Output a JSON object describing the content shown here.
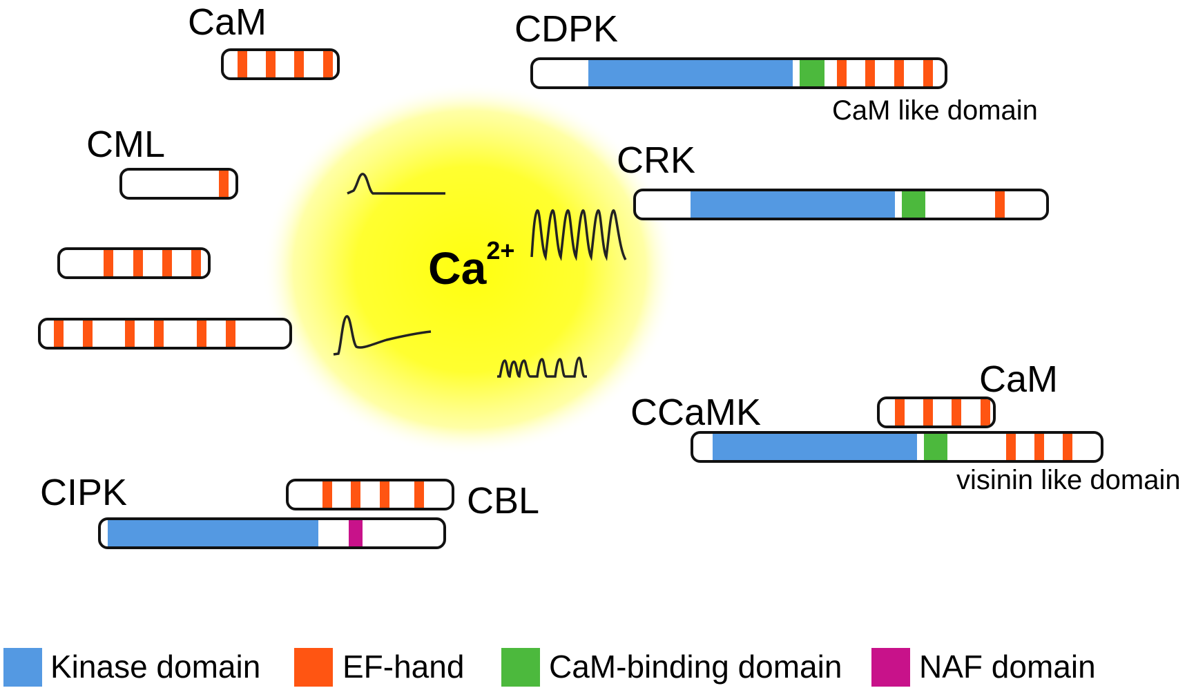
{
  "calcium_label": "Ca",
  "calcium_charge": "2+",
  "colors": {
    "kinase": "#5499E2",
    "ef_hand": "#FF5512",
    "cam_binding": "#4CB93D",
    "naf": "#C8128A",
    "glow": "#FFFF20"
  },
  "proteins": {
    "cam_top": {
      "label": "CaM"
    },
    "cml": {
      "label": "CML"
    },
    "cdpk": {
      "label": "CDPK",
      "domain_note": "CaM like domain"
    },
    "crk": {
      "label": "CRK"
    },
    "ccamk": {
      "label": "CCaMK",
      "domain_note": "visinin like domain",
      "bound_label": "CaM"
    },
    "cipk": {
      "label": "CIPK",
      "partner_label": "CBL"
    }
  },
  "legend": [
    {
      "label": "Kinase domain",
      "color": "#5499E2"
    },
    {
      "label": "EF-hand",
      "color": "#FF5512"
    },
    {
      "label": "CaM-binding domain",
      "color": "#4CB93D"
    },
    {
      "label": "NAF domain",
      "color": "#C8128A"
    }
  ]
}
